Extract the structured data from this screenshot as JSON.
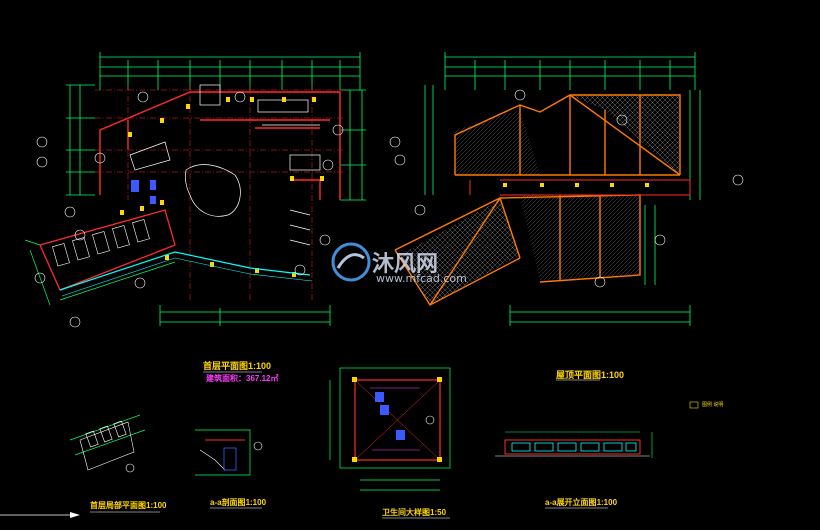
{
  "drawing": {
    "background": "#000000",
    "colors": {
      "dimension": "#00ff66",
      "wall": "#ff2a2a",
      "structure": "#ff7a00",
      "glazing": "#00ffff",
      "annotation": "#ffffff",
      "title": "#ffd700",
      "note": "#ff3cff",
      "hatch": "#808080",
      "blue": "#3a5aff"
    }
  },
  "titles": {
    "plan_main_label": "首层平面图",
    "plan_main_scale": "1:100",
    "plan_main_area": "建筑面积：367.12㎡",
    "roof_plan_label": "屋顶平面图",
    "roof_plan_scale": "1:100",
    "toilet_label": "卫生间大样图",
    "toilet_scale": "1:50",
    "stair_detail_label": "首层局部平面图",
    "stair_detail_scale": "1:100",
    "section_label": "a-a剖面图",
    "section_scale": "1:100",
    "elevation_label": "a-a展开立面图",
    "elevation_scale": "1:100"
  },
  "watermark": {
    "brand": "沐风网",
    "url": "www.mfcad.com"
  },
  "legend": {
    "text": "图例 说明"
  }
}
